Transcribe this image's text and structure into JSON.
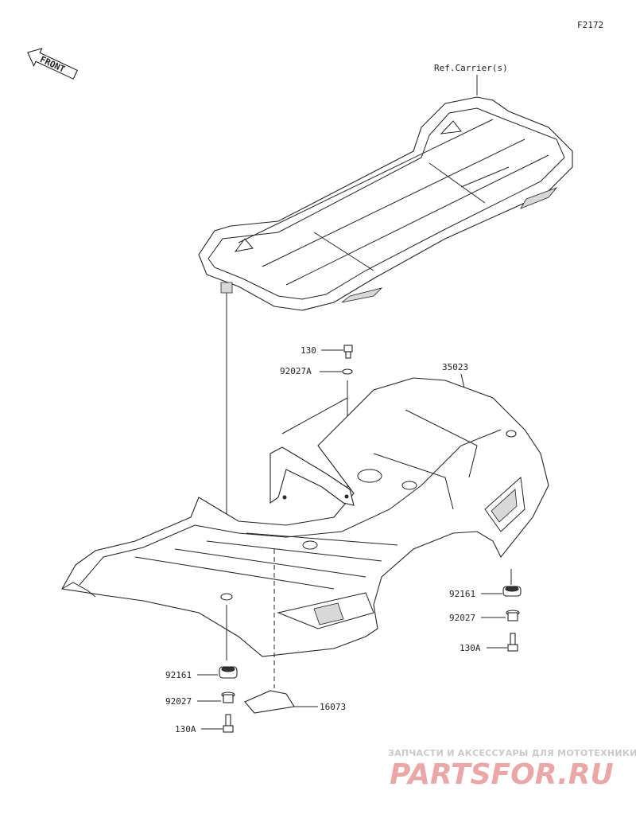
{
  "figure_id": "F2172",
  "front_label": "FRONT",
  "ref_label": "Ref.Carrier(s)",
  "labels": {
    "p35023": "35023",
    "p130": "130",
    "p92027A": "92027A",
    "p92161_right": "92161",
    "p92027_right": "92027",
    "p130A_right": "130A",
    "p92161_left": "92161",
    "p92027_left": "92027",
    "p130A_left": "130A",
    "p16073": "16073"
  },
  "watermark": {
    "top": "ЗАПЧАСТИ И АКСЕССУАРЫ ДЛЯ МОТОТЕХНИКИ",
    "brand": "PARTSFOR.RU"
  }
}
